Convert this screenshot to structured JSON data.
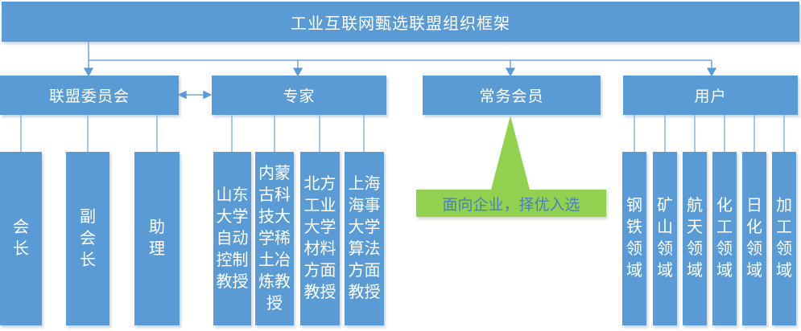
{
  "title": "工业互联网甄选联盟组织框架",
  "colors": {
    "box_blue": "#5B9BD5",
    "connector_blue": "#5B9BD5",
    "callout_green": "#92D050",
    "callout_text_blue": "#4A7EBE",
    "box_text": "#FFFFFF"
  },
  "branches": [
    {
      "label": "联盟委员会",
      "children": [
        "会\n长",
        "副\n会\n长",
        "助\n理"
      ]
    },
    {
      "label": "专家",
      "children": [
        "山东\n大学\n自动\n控制\n教授",
        "内蒙\n古科\n技大\n学稀\n土冶\n炼教\n授",
        "北方\n工业\n大学\n材料\n方面\n教授",
        "上海\n海事\n大学\n算法\n方面\n教授"
      ]
    },
    {
      "label": "常务会员",
      "callout": "面向企业，择优入选",
      "children": []
    },
    {
      "label": "用户",
      "children": [
        "钢\n铁\n领\n域",
        "矿\n山\n领\n域",
        "航\n天\n领\n域",
        "化\n工\n领\n域",
        "日\n化\n领\n域",
        "加\n工\n领\n域"
      ]
    }
  ]
}
